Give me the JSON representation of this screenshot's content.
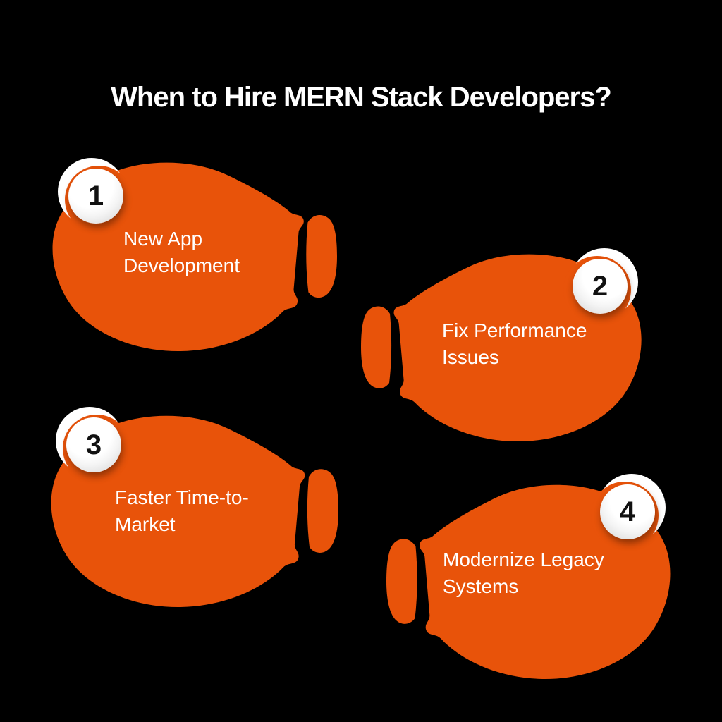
{
  "title": "When to Hire MERN Stack Developers?",
  "colors": {
    "background": "#000000",
    "blob": "#E8530A",
    "text": "#ffffff",
    "badge_number": "#111111"
  },
  "items": [
    {
      "number": "1",
      "label": "New App\nDevelopment"
    },
    {
      "number": "2",
      "label": "Fix Performance\nIssues"
    },
    {
      "number": "3",
      "label": "Faster Time-to-\nMarket"
    },
    {
      "number": "4",
      "label": "Modernize Legacy\nSystems"
    }
  ]
}
